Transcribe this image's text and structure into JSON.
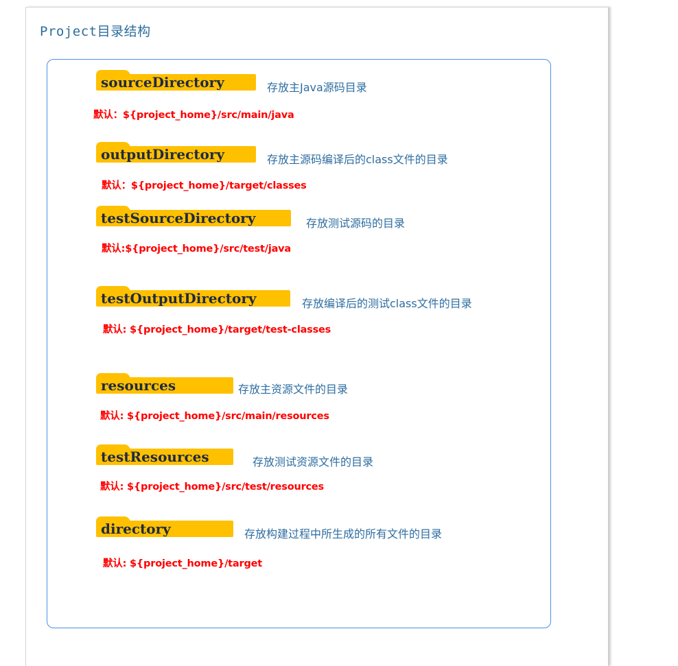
{
  "title": "Project目录结构",
  "colors": {
    "folder": "#ffc000",
    "description": "#2e6da0",
    "default_text": "#ff0000",
    "panel_border": "#4a90e2",
    "title": "#2b6d9c"
  },
  "entries": [
    {
      "name": "sourceDirectory",
      "description": "存放主Java源码目录",
      "default": "默认：${project_home}/src/main/java"
    },
    {
      "name": "outputDirectory",
      "description": "存放主源码编译后的class文件的目录",
      "default": "默认：${project_home}/target/classes"
    },
    {
      "name": "testSourceDirectory",
      "description": "存放测试源码的目录",
      "default": "默认:${project_home}/src/test/java"
    },
    {
      "name": "testOutputDirectory",
      "description": "存放编译后的测试class文件的目录",
      "default": "默认: ${project_home}/target/test-classes"
    },
    {
      "name": "resources",
      "description": "存放主资源文件的目录",
      "default": "默认: ${project_home}/src/main/resources"
    },
    {
      "name": "testResources",
      "description": "存放测试资源文件的目录",
      "default": "默认: ${project_home}/src/test/resources"
    },
    {
      "name": "directory",
      "description": "存放构建过程中所生成的所有文件的目录",
      "default": "默认: ${project_home}/target"
    }
  ]
}
